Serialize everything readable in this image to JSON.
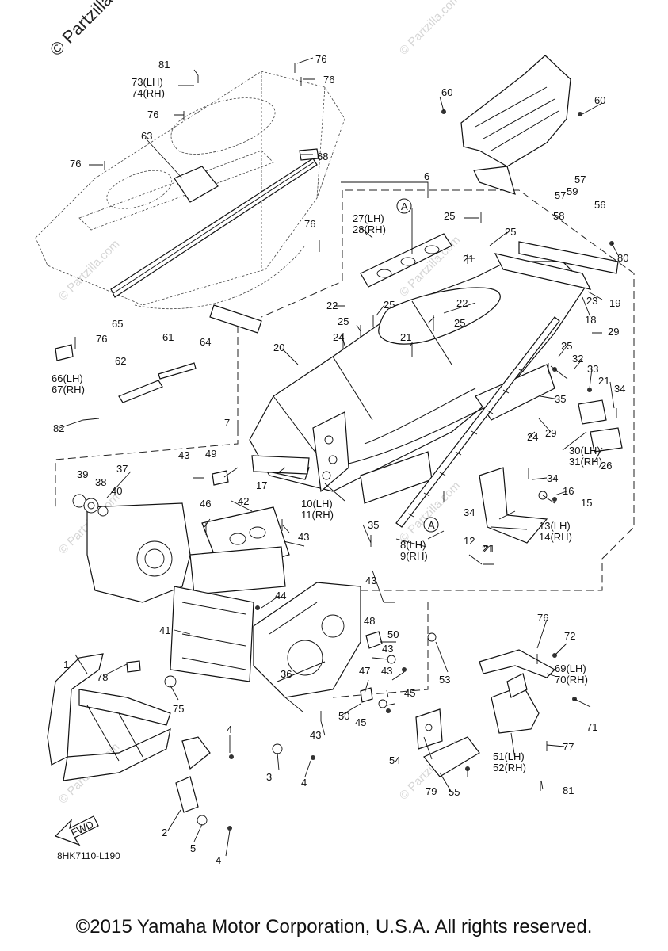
{
  "watermark": {
    "corner": "© Partzilla",
    "tile": "© Partzilla.com"
  },
  "diagram_code": "8HK7110-L190",
  "copyright": "©2015 Yamaha Motor Corporation, U.S.A. All rights reserved.",
  "fwd_label": "FWD",
  "callouts": [
    "1",
    "2",
    "3",
    "4",
    "4",
    "4",
    "5",
    "6",
    "7",
    "8(LH)",
    "9(RH)",
    "10(LH)",
    "11(RH)",
    "12",
    "13(LH)",
    "14(RH)",
    "15",
    "16",
    "17",
    "18",
    "19",
    "20",
    "21",
    "21",
    "21",
    "21",
    "21",
    "22",
    "22",
    "23",
    "24",
    "24",
    "25",
    "25",
    "25",
    "25",
    "25",
    "25",
    "26",
    "27(LH)",
    "28(RH)",
    "29",
    "29",
    "30(LH)",
    "31(RH)",
    "32",
    "33",
    "34",
    "34",
    "34",
    "35",
    "35",
    "36",
    "37",
    "38",
    "39",
    "40",
    "41",
    "42",
    "43",
    "43",
    "43",
    "43",
    "43",
    "43",
    "44",
    "45",
    "45",
    "46",
    "47",
    "48",
    "49",
    "50",
    "50",
    "51(LH)",
    "52(RH)",
    "53",
    "54",
    "55",
    "56",
    "57",
    "57",
    "58",
    "59",
    "60",
    "60",
    "61",
    "62",
    "63",
    "64",
    "65",
    "66(LH)",
    "67(RH)",
    "68",
    "69(LH)",
    "70(RH)",
    "71",
    "72",
    "73(LH)",
    "74(RH)",
    "75",
    "76",
    "76",
    "76",
    "76",
    "76",
    "76",
    "76",
    "77",
    "78",
    "79",
    "80",
    "81",
    "81",
    "82",
    "A",
    "A"
  ]
}
